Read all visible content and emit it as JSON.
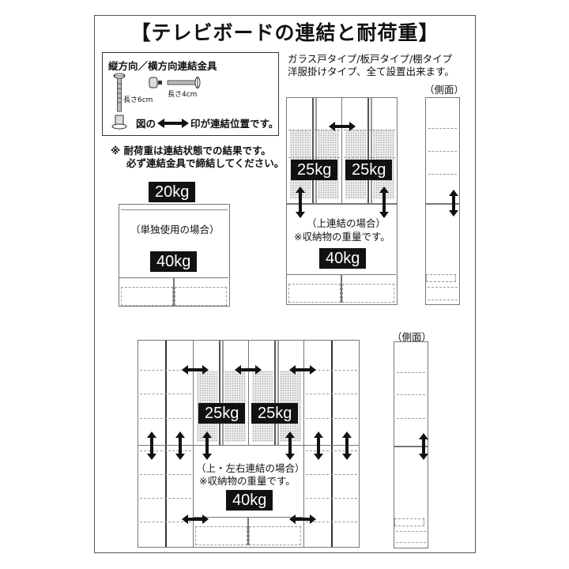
{
  "title": "【テレビボードの連結と耐荷重】",
  "hardware_box": {
    "heading": "縦方向／横方向連結金具",
    "bolt_long_label": "長さ6cm",
    "bolt_short_label": "長さ4cm",
    "legend_prefix": "図の",
    "legend_suffix": "印が連結位置です。",
    "legend_icon": "double-arrow-icon"
  },
  "notes": {
    "line1": "※ 耐荷重は連結状態での結果です。",
    "line2": "必ず連結金具で締結してください。"
  },
  "types_note": {
    "line1": "ガラス戸タイプ/板戸タイプ/棚タイプ",
    "line2": "洋服掛けタイプ、全て設置出来ます。"
  },
  "single_unit": {
    "top_load": "20kg",
    "caption": "（単独使用の場合）",
    "inner_load": "40kg"
  },
  "top_connection": {
    "left_load": "25kg",
    "right_load": "25kg",
    "caption": "（上連結の場合）",
    "subcaption": "※収納物の重量です。",
    "inner_load": "40kg",
    "side_label": "（側面）"
  },
  "full_connection": {
    "left_load": "25kg",
    "right_load": "25kg",
    "caption": "（上・左右連結の場合）",
    "subcaption": "※収納物の重量です。",
    "inner_load": "40kg",
    "side_label": "（側面）"
  }
}
